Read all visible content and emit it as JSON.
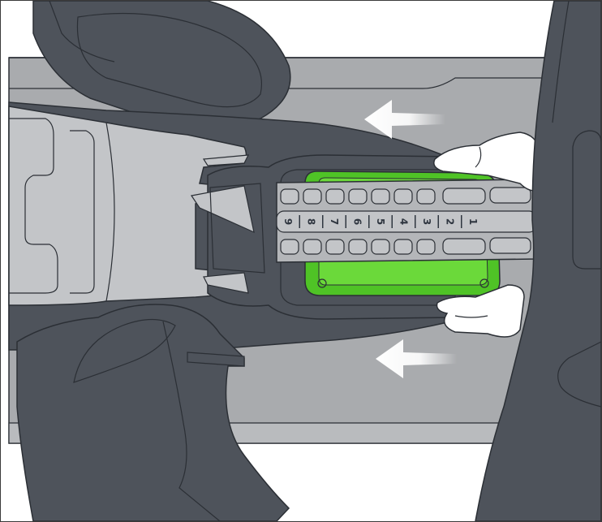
{
  "illustration": {
    "colors": {
      "background": "#ffffff",
      "outline": "#2b2f35",
      "base": "#a9abae",
      "baseLight": "#b9bbbe",
      "seatDark": "#4e535b",
      "seatLight": "#c3c5c8",
      "strap": "#b4b6b9",
      "indicatorGreen": "#4fc326",
      "indicatorGreenLight": "#6bd93a",
      "hand": "#ffffff",
      "arrow": "#ffffff"
    },
    "strap_numbers": [
      "1",
      "2",
      "3",
      "4",
      "5",
      "6",
      "7",
      "8",
      "9"
    ],
    "arrows": [
      {
        "name": "upper-arrow",
        "direction": "left"
      },
      {
        "name": "lower-arrow",
        "direction": "left"
      }
    ]
  }
}
